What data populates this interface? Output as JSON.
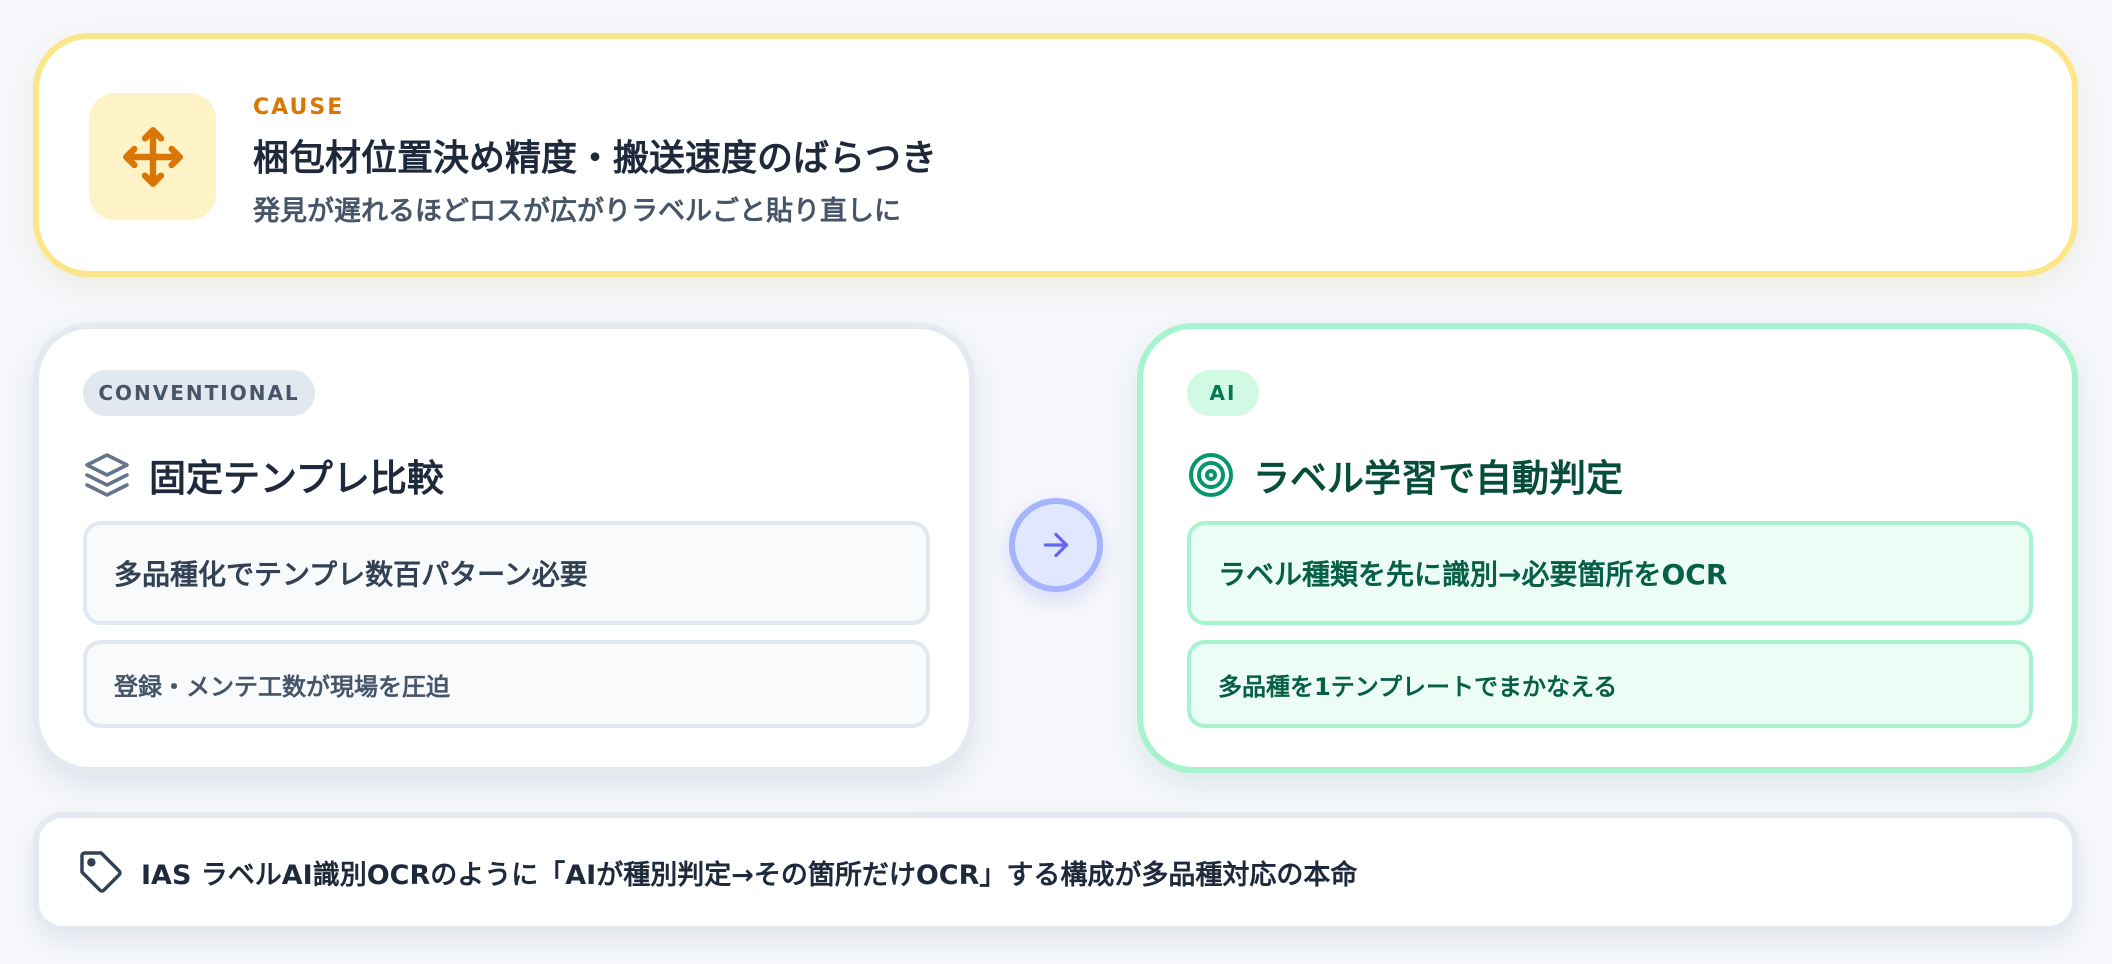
{
  "cause": {
    "eyebrow": "CAUSE",
    "title": "梱包材位置決め精度・搬送速度のばらつき",
    "subtitle": "発見が遅れるほどロスが広がりラベルごと貼り直しに",
    "icon": "move-arrows-icon"
  },
  "conventional": {
    "tag": "CONVENTIONAL",
    "heading": "固定テンプレ比較",
    "icon": "layers-icon",
    "items": [
      "多品種化でテンプレ数百パターン必要",
      "登録・メンテ工数が現場を圧迫"
    ]
  },
  "ai": {
    "tag": "AI",
    "heading": "ラベル学習で自動判定",
    "icon": "target-icon",
    "items": [
      "ラベル種類を先に識別→必要箇所をOCR",
      "多品種を1テンプレートでまかなえる"
    ]
  },
  "arrow": {
    "icon": "arrow-right-icon"
  },
  "footer": {
    "icon": "tag-icon",
    "text": "IAS ラベルAI識別OCRのように「AIが種別判定→その箇所だけOCR」する構成が多品種対応の本命"
  },
  "colors": {
    "cause_accent": "#d97706",
    "cause_border": "#fde68a",
    "ai_accent": "#059669",
    "ai_border": "#a7f3d0",
    "arrow_accent": "#6366f1"
  }
}
